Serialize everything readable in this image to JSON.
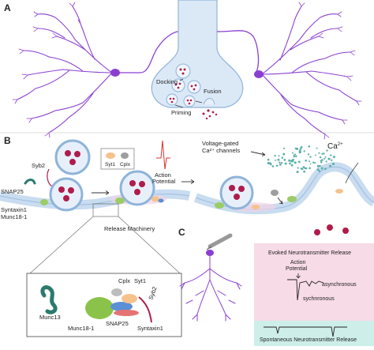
{
  "panels": {
    "a": {
      "letter": "A",
      "labels": {
        "docking": "Docking",
        "fusion": "Fusion",
        "priming": "Priming"
      }
    },
    "b": {
      "letter": "B",
      "labels": {
        "syb2": "Syb2",
        "snap25": "SNAP25",
        "syntaxin1": "Syntaxin1",
        "munc18": "Munc18-1",
        "syt1": "Syt1",
        "cplx": "Cplx",
        "action_potential_1": "Action",
        "action_potential_2": "Potential",
        "vg_1": "Voltage-gated",
        "vg_2": "Ca²⁺ channels",
        "ca": "Ca",
        "ca_sup": "2+",
        "release_machinery": "Release Machinery"
      },
      "inset": {
        "munc13": "Munc13",
        "cplx": "Cplx",
        "syt1": "Syt1",
        "syb2": "Syb2",
        "munc18": "Munc18-1",
        "snap25": "SNAP25",
        "syntaxin1": "Syntaxin1"
      }
    },
    "c": {
      "letter": "C",
      "evoked_title": "Evoked Neurotransmitter Release",
      "action_potential_1": "Action",
      "action_potential_2": "Potential",
      "asynchronous": "asynchronous",
      "synchronous": "sychnronous",
      "spontaneous_title": "Spontaneous Neurotransmitter Release"
    }
  },
  "colors": {
    "neuron": "#8a3fd0",
    "terminal_fill": "#dbe9f7",
    "terminal_stroke": "#8fb4d9",
    "vesicle": "#b01c4a",
    "ap_trace": "#d6332b",
    "ca_dots": "#5ab0a8",
    "evoked_bg": "#f7dbe6",
    "spont_bg": "#cdeee9"
  }
}
